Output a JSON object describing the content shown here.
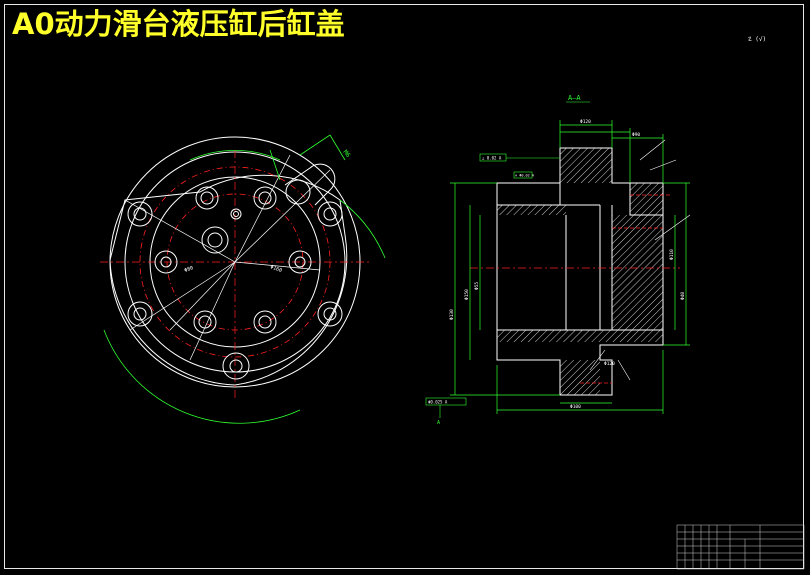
{
  "title": "A0动力滑台液压缸后缸盖",
  "roughness_note": "☡ (√)",
  "section_label": "A—A",
  "dimension_labels": [
    "Φ80",
    "Φ160",
    "Φ120",
    "Φ90",
    "Φ100",
    "Φ130",
    "Φ150",
    "Φ55",
    "Φ40",
    "Φ110",
    "Φ120",
    "M6"
  ],
  "tolerance_frames": [
    "⊥ 0.02 A",
    "⊙ Φ0.02 A",
    "Φ0.025 A"
  ],
  "datum_label": "A",
  "colors": {
    "title": "#ffff2a",
    "outline": "#ffffff",
    "dimension": "#2fff2f",
    "centerline": "#ff2020",
    "background": "#000000"
  }
}
